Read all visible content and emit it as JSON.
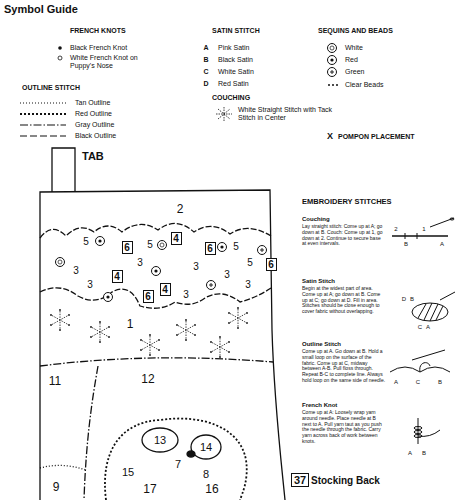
{
  "diagram": {
    "title": "Symbol Guide",
    "nodes": [
      {
        "text": [
          "6"
        ]
      },
      {
        "text": [
          "4"
        ]
      },
      {
        "text": [
          "6"
        ]
      },
      {
        "text": [
          "6"
        ]
      },
      {
        "text": [
          "4"
        ]
      },
      {
        "text": [
          "6"
        ]
      },
      {
        "text": [
          "4"
        ]
      },
      {
        "text": [
          "37",
          "Stocking Back"
        ]
      }
    ],
    "labels": [
      "FRENCH KNOTS",
      "OUTLINE STITCH",
      "SATIN STITCH",
      "A",
      "B",
      "C",
      "D",
      "COUCHING",
      "SEQUINS AND BEADS",
      "X",
      "TAB",
      "2",
      "5",
      "5",
      "5",
      "5",
      "3",
      "3",
      "3",
      "3",
      "3",
      "3",
      "3",
      "1",
      "11",
      "12",
      "13",
      "14",
      "7",
      "8",
      "15",
      "17",
      "16",
      "9",
      "EMBROIDERY STITCHES",
      "Couching",
      "Lay straight stitch: Come up at A; go down at B. Couch: Come up at 1, go down at 2. Continue to secure base at even intervals.",
      "2",
      "B",
      "1",
      "A",
      "Satin Stitch",
      "Begin at the widest part of area. Come up at A; go down at B. Come up at C; go down at D. Fill in area. Stitches should be close enough to cover fabric without overlapping.",
      "D",
      "B",
      "C",
      "A",
      "Outline Stitch",
      "Come up at A. Go down at B. Hold a small loop on the surface of the fabric. Come up at C, midway between A-B. Pull floss through. Repeat B-C to complete line. Always hold loop on the same side of needle.",
      "A",
      "C",
      "B",
      "French Knot",
      "Come up at A: Loosely wrap yarn around needle. Place needle at B next to A. Pull yarn taut as you push the needle through the fabric. Carry yarn across back of work between knots.",
      "A",
      "B"
    ],
    "legend": [
      {
        "text": "Black French Knot"
      },
      {
        "text": "White French Knot on Puppy's Nose"
      },
      {
        "text": "Tan Outline"
      },
      {
        "text": "Red Outline"
      },
      {
        "text": "Gray Outline"
      },
      {
        "text": "Black Outline"
      },
      {
        "text": "Pink Satin"
      },
      {
        "text": "Black Satin"
      },
      {
        "text": "White Satin"
      },
      {
        "text": "Red Satin"
      },
      {
        "text": "White Straight Stitch with Tack Stitch in Center"
      },
      {
        "text": "White"
      },
      {
        "text": "Red"
      },
      {
        "text": "Green"
      },
      {
        "text": "Clear Beads"
      },
      {
        "text": "POMPON PLACEMENT"
      }
    ]
  }
}
